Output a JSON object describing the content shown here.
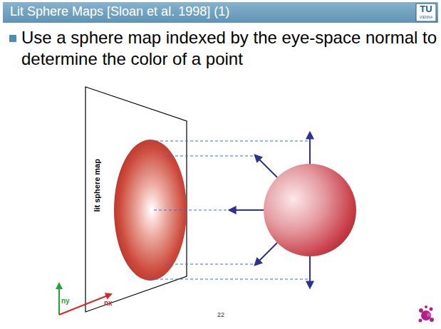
{
  "diagram": {
    "title": "Lit Sphere Maps [Sloan et al. 1998] (1)",
    "labels": [
      "Use a sphere map indexed by the eye-space normal to determine the color of a point",
      "lit sphere map",
      "ny",
      "nx",
      "22",
      "TU",
      "VIENNA"
    ]
  }
}
